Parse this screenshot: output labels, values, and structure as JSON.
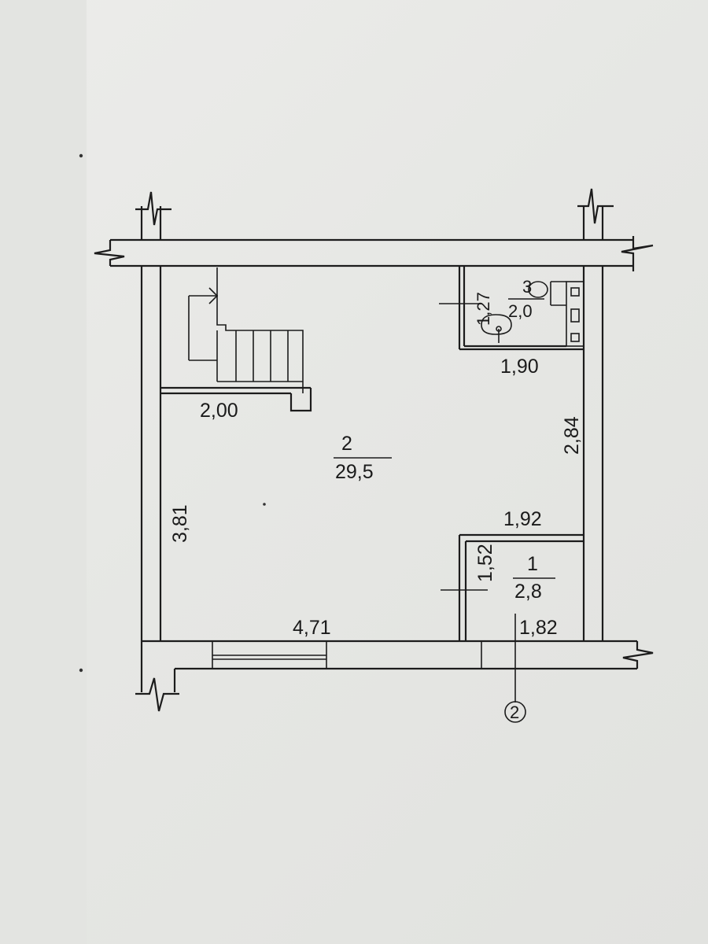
{
  "rooms": [
    {
      "number": "2",
      "area": "29,5"
    },
    {
      "number": "1",
      "area": "2,8"
    },
    {
      "number": "3",
      "area": "2,0"
    }
  ],
  "dimensions": {
    "stair_width": "2,00",
    "left_height": "3,81",
    "bottom_width": "4,71",
    "bath_width": "1,90",
    "bath_height": "1,27",
    "right_height": "2,84",
    "closet_top_width": "1,92",
    "closet_height": "1,52",
    "closet_bottom_width": "1,82"
  },
  "axis_marker": "2",
  "colors": {
    "line": "#1c1c1c",
    "paper": "#e8e9e6"
  }
}
